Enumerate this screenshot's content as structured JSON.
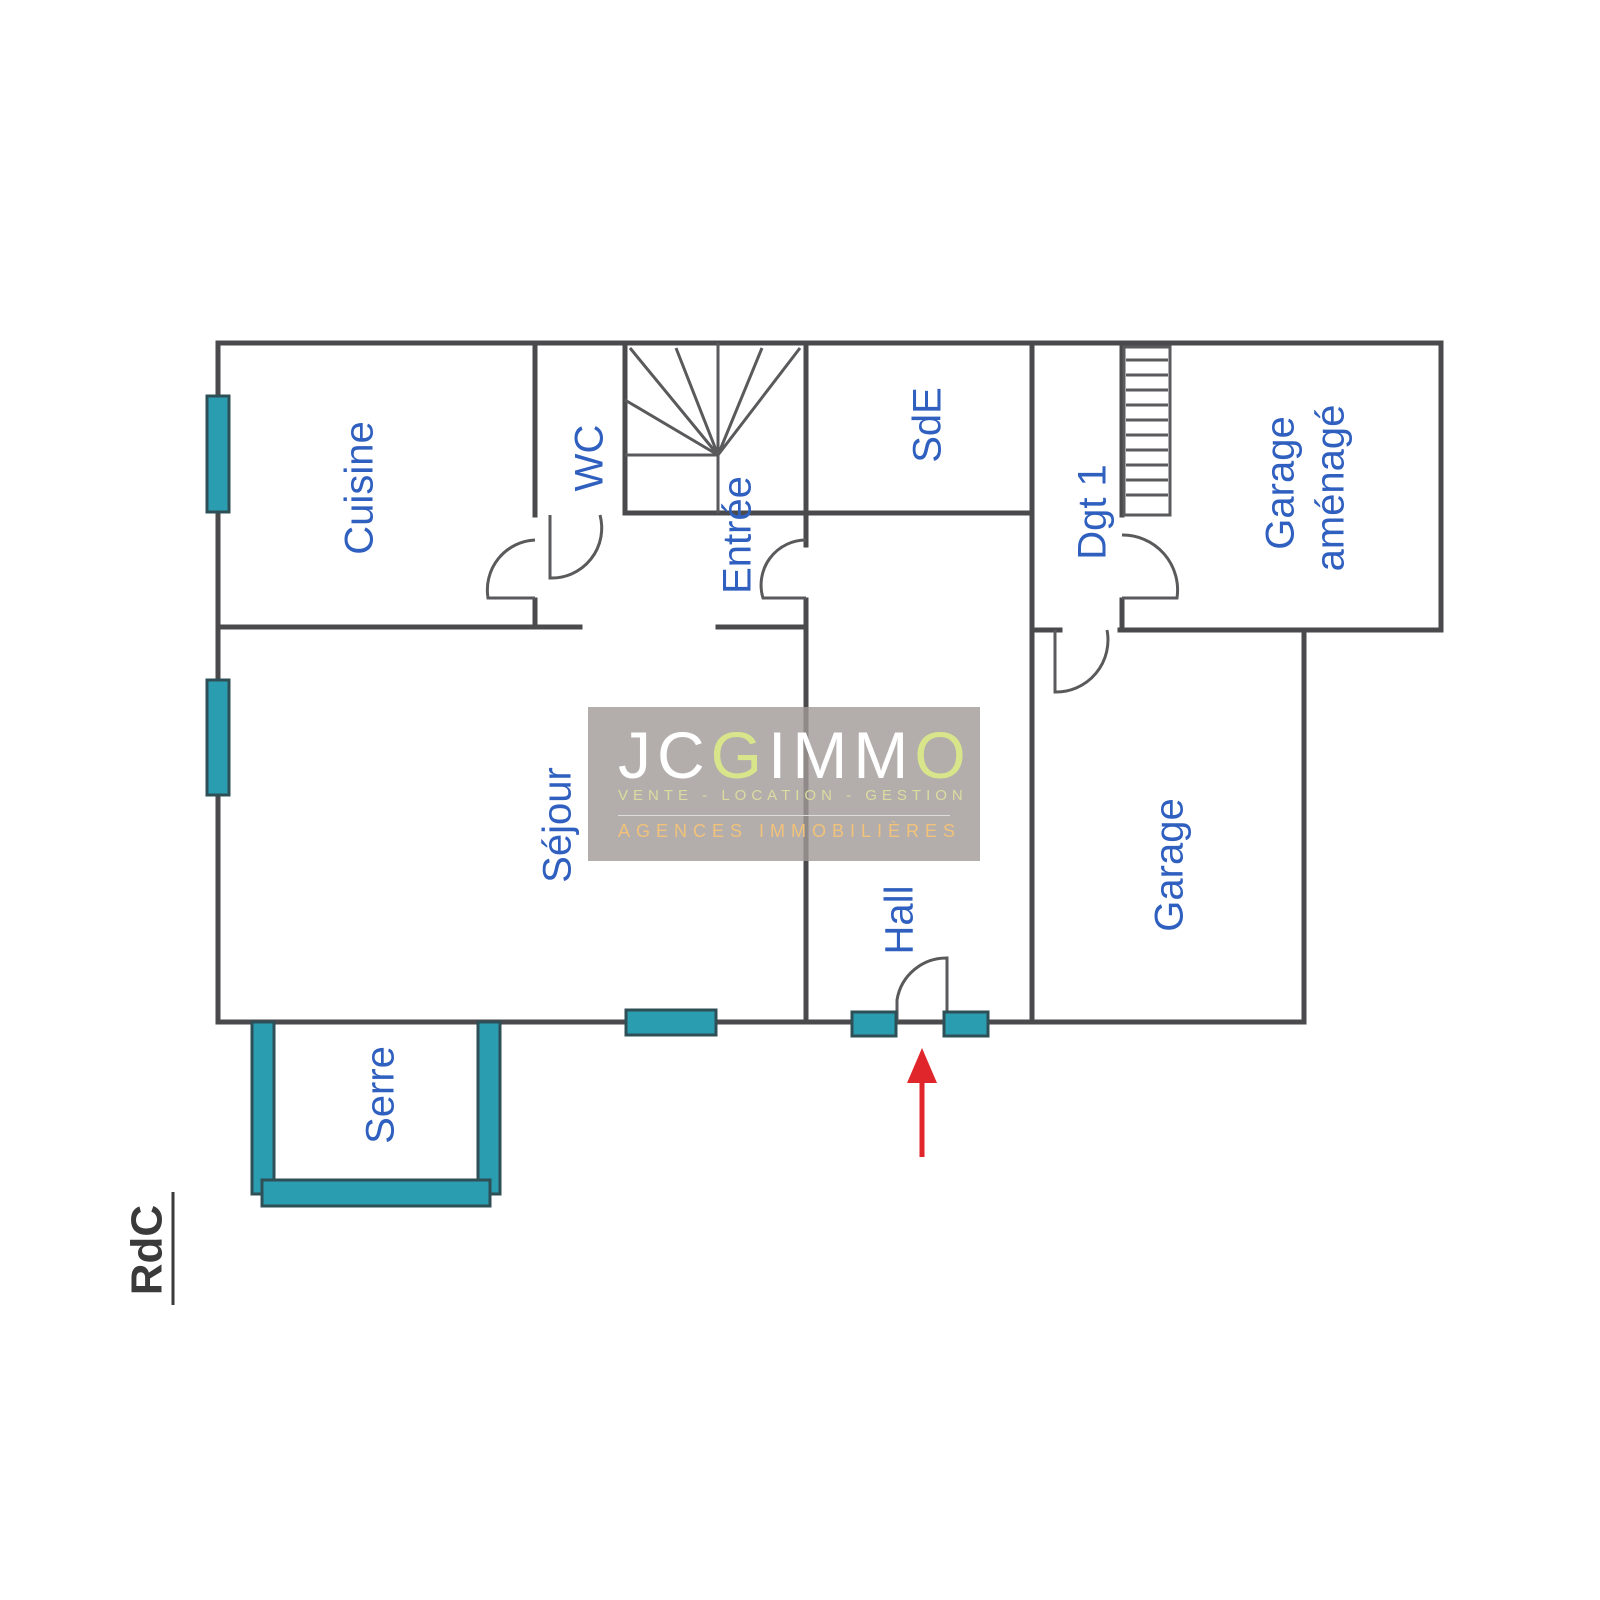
{
  "plan": {
    "level_label": "RdC",
    "rooms": {
      "cuisine": "Cuisine",
      "wc": "WC",
      "entree": "Entrée",
      "sde": "SdE",
      "dgt": "Dgt 1",
      "garage_amenage_1": "Garage",
      "garage_amenage_2": "aménagé",
      "sejour": "Séjour",
      "hall": "Hall",
      "garage": "Garage",
      "serre": "Serre"
    }
  },
  "logo": {
    "name_a": "JC",
    "name_b": "G",
    "name_c": "IMM",
    "name_d": "O",
    "tagline": "VENTE - LOCATION - GESTION",
    "subtitle": "AGENCES IMMOBILIÈRES"
  },
  "colors": {
    "wall": "#4a4a4c",
    "window": "#2b9db0",
    "label": "#2f5fbf",
    "arrow": "#e0262a"
  }
}
